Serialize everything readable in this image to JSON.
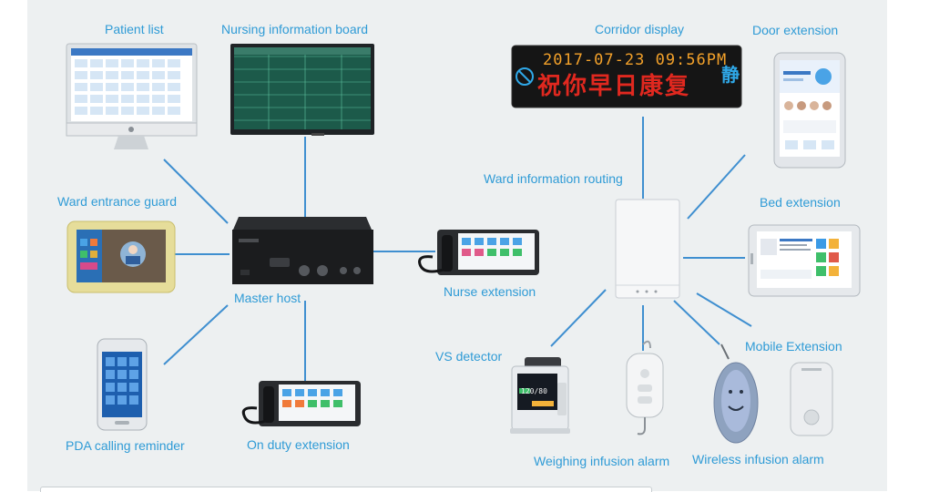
{
  "labels": {
    "patient_list": "Patient list",
    "nursing_board": "Nursing information board",
    "ward_entrance_guard": "Ward entrance guard",
    "master_host": "Master host",
    "pda_calling_reminder": "PDA calling reminder",
    "on_duty_extension": "On duty extension",
    "nurse_extension": "Nurse extension",
    "corridor_display": "Corridor display",
    "door_extension": "Door extension",
    "ward_information_routing": "Ward information routing",
    "bed_extension": "Bed extension",
    "mobile_extension": "Mobile Extension",
    "vs_detector": "VS detector",
    "weighing_infusion_alarm": "Weighing infusion alarm",
    "wireless_infusion_alarm": "Wireless infusion alarm"
  },
  "corridor_screen": {
    "datetime": "2017-07-23  09:56PM",
    "message": "祝你早日康复",
    "side_char": "静"
  },
  "vs_screen": {
    "reading": "120/80"
  },
  "colors": {
    "label": "#2f9bd6",
    "connector": "#3f8fd0",
    "panel": "#edf0f1",
    "led_date": "#f3a12a",
    "led_message": "#e0281f"
  }
}
